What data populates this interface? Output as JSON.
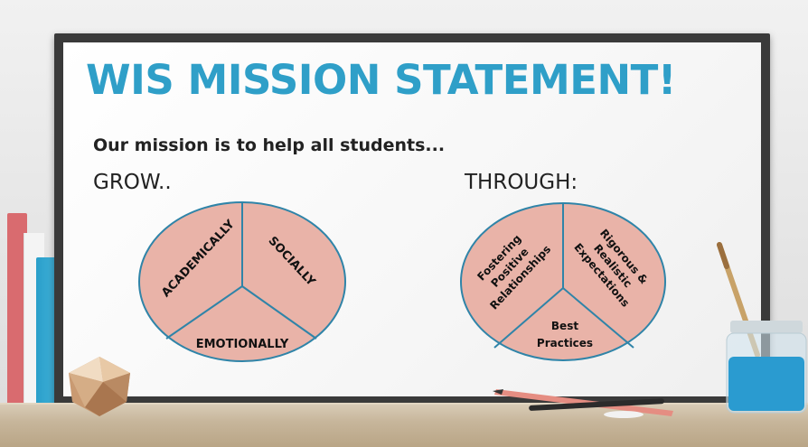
{
  "title": "WIS MISSION STATEMENT!",
  "subtitle": "Our mission is to help all students...",
  "left_heading": "GROW..",
  "right_heading": "THROUGH:",
  "grow_wedges": [
    "ACADEMICALLY",
    "SOCIALLY",
    "EMOTIONALLY"
  ],
  "through_wedges": {
    "left": [
      "Fostering",
      "Positive",
      "Relationships"
    ],
    "right": [
      "Rigorous &",
      "Realistic",
      "Expectations"
    ],
    "bottom": [
      "Best",
      "Practices"
    ]
  },
  "colors": {
    "title": "#2f9fc8",
    "pie_fill": "#e9b3a8",
    "pie_stroke": "#2f84a8"
  }
}
